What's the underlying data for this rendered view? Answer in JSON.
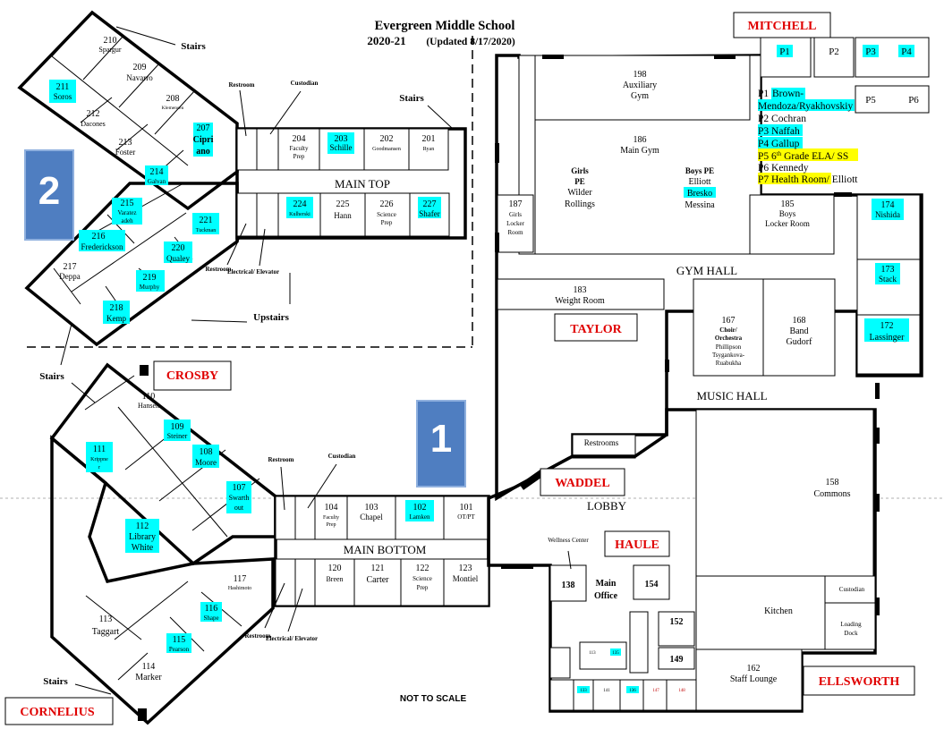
{
  "header": {
    "title": "Evergreen Middle School",
    "subtitle_year": "2020-21",
    "subtitle_updated": "(Updated 8/17/2020)"
  },
  "footer": {
    "not_to_scale": "NOT TO SCALE"
  },
  "colors": {
    "highlight_cyan": "#00ffff",
    "highlight_yellow": "#ffff00",
    "hall_label_red": "#e00000",
    "floor_badge_blue": "#4f7ec1"
  },
  "floor_badges": {
    "upper": "2",
    "lower": "1"
  },
  "hall_labels": {
    "mitchell": "MITCHELL",
    "crosby": "CROSBY",
    "taylor": "TAYLOR",
    "waddel": "WADDEL",
    "haule": "HAULE",
    "ellsworth": "ELLSWORTH",
    "cornelius": "CORNELIUS"
  },
  "area_labels": {
    "main_top": "MAIN TOP",
    "main_bottom": "MAIN BOTTOM",
    "gym_hall": "GYM HALL",
    "music_hall": "MUSIC HALL",
    "lobby": "LOBBY"
  },
  "annotations": {
    "stairs": "Stairs",
    "upstairs": "Upstairs",
    "restroom": "Restroom",
    "restrooms": "Restrooms",
    "custodian": "Custodian",
    "electrical_elevator": "Electrical/ Elevator",
    "wellness_center": "Wellness Center"
  },
  "portables": {
    "p1": "P1",
    "p2": "P2",
    "p3": "P3",
    "p4": "P4",
    "p5": "P5",
    "p6": "P6"
  },
  "portable_legend": {
    "p1_label": "P1",
    "p1_name_a": "Brown-",
    "p1_name_b": "Mendoza/Ryakhovskiy",
    "p2": "P2 Cochran",
    "p3": "P3 Naffah",
    "p4": "P4 Gallup",
    "p5_prefix": "P5 6",
    "p5_sup": "th",
    "p5_suffix": " Grade ELA/ SS",
    "p6": "P6 Kennedy",
    "p7_highlight": "P7 Health Room",
    "p7_rest": "/ Elliott"
  },
  "rooms_upper": {
    "r210": {
      "num": "210",
      "name": "Spargur"
    },
    "r209": {
      "num": "209",
      "name": "Navarro"
    },
    "r208": {
      "num": "208",
      "name": "Klemensen"
    },
    "r207": {
      "num": "207",
      "name_a": "Cipri",
      "name_b": "ano"
    },
    "r211": {
      "num": "211",
      "name": "Soros"
    },
    "r212": {
      "num": "212",
      "name": "Dacones"
    },
    "r213": {
      "num": "213",
      "name": "Foster"
    },
    "r214": {
      "num": "214",
      "name": "Galvan"
    },
    "r215": {
      "num": "215",
      "name_a": "Varatez",
      "name_b": "adeh"
    },
    "r216": {
      "num": "216",
      "name": "Frederickson"
    },
    "r217": {
      "num": "217",
      "name": "Deppa"
    },
    "r218": {
      "num": "218",
      "name": "Kemp"
    },
    "r219": {
      "num": "219",
      "name": "Murphy"
    },
    "r220": {
      "num": "220",
      "name": "Qualey"
    },
    "r221": {
      "num": "221",
      "name": "Tuckman"
    },
    "r204": {
      "num": "204",
      "name_a": "Faculty",
      "name_b": "Prep"
    },
    "r203": {
      "num": "203",
      "name": "Schille"
    },
    "r202": {
      "num": "202",
      "name": "Goodmansen"
    },
    "r201": {
      "num": "201",
      "name": "Ryan"
    },
    "r224": {
      "num": "224",
      "name": "Kulherski"
    },
    "r225": {
      "num": "225",
      "name": "Hann"
    },
    "r226": {
      "num": "226",
      "name_a": "Science",
      "name_b": "Prep"
    },
    "r227": {
      "num": "227",
      "name": "Shafer"
    }
  },
  "rooms_gym": {
    "r198": {
      "num": "198",
      "name_a": "Auxiliary",
      "name_b": "Gym"
    },
    "r186": {
      "num": "186",
      "name": "Main Gym"
    },
    "girls_pe": {
      "a": "Girls",
      "b": "PE",
      "c": "Wilder",
      "d": "Rollings"
    },
    "boys_pe": {
      "a": "Boys PE",
      "b": "Elliott",
      "c": "Bresko",
      "d": "Messina"
    },
    "r187": {
      "num": "187",
      "a": "Girls",
      "b": "Locker",
      "c": "Room"
    },
    "r185": {
      "num": "185",
      "a": "Boys",
      "b": "Locker Room"
    },
    "r183": {
      "num": "183",
      "name": "Weight Room"
    },
    "r174": {
      "num": "174",
      "name": "Nishida"
    },
    "r173": {
      "num": "173",
      "name": "Stack"
    },
    "r172": {
      "num": "172",
      "name": "Lassinger"
    },
    "r167": {
      "num": "167",
      "a": "Choir/",
      "b": "Orchestra",
      "c": "Phillipson",
      "d": "Tsygankova-",
      "e": "Ruabukha"
    },
    "r168": {
      "num": "168",
      "a": "Band",
      "b": "Gudorf"
    }
  },
  "rooms_lower": {
    "r110": {
      "num": "110",
      "name": "Hansen"
    },
    "r109": {
      "num": "109",
      "name": "Steiner"
    },
    "r108": {
      "num": "108",
      "name": "Moore"
    },
    "r107": {
      "num": "107",
      "name_a": "Swarth",
      "name_b": "out"
    },
    "r111": {
      "num": "111",
      "name_a": "Krippne",
      "name_b": "r"
    },
    "r112": {
      "num": "112",
      "name_a": "Library",
      "name_b": "White"
    },
    "r117": {
      "num": "117",
      "name": "Hashimoto"
    },
    "r116": {
      "num": "116",
      "name": "Shape"
    },
    "r115": {
      "num": "115",
      "name": "Pearson"
    },
    "r113": {
      "num": "113",
      "name": "Taggart"
    },
    "r114": {
      "num": "114",
      "name": "Marker"
    },
    "r104": {
      "num": "104",
      "name_a": "Faculty",
      "name_b": "Prep"
    },
    "r103": {
      "num": "103",
      "name": "Chapel"
    },
    "r102": {
      "num": "102",
      "name": "Lamken"
    },
    "r101": {
      "num": "101",
      "name": "OT/PT"
    },
    "r120": {
      "num": "120",
      "name": "Breen"
    },
    "r121": {
      "num": "121",
      "name": "Carter"
    },
    "r122": {
      "num": "122",
      "name_a": "Science",
      "name_b": "Prep"
    },
    "r123": {
      "num": "123",
      "name": "Montiel"
    }
  },
  "rooms_office": {
    "r158": {
      "num": "158",
      "name": "Commons"
    },
    "r138": {
      "num": "138"
    },
    "main_office": {
      "a": "Main",
      "b": "Office"
    },
    "r154": {
      "num": "154"
    },
    "r152": {
      "num": "152"
    },
    "r149": {
      "num": "149"
    },
    "r162": {
      "num": "162",
      "name": "Staff Lounge"
    },
    "kitchen": "Kitchen",
    "custodian": "Custodian",
    "loading_dock": {
      "a": "Loading",
      "b": "Dock"
    },
    "small_rooms": [
      "113",
      "135",
      "133",
      "141",
      "136",
      "147",
      "148"
    ]
  }
}
